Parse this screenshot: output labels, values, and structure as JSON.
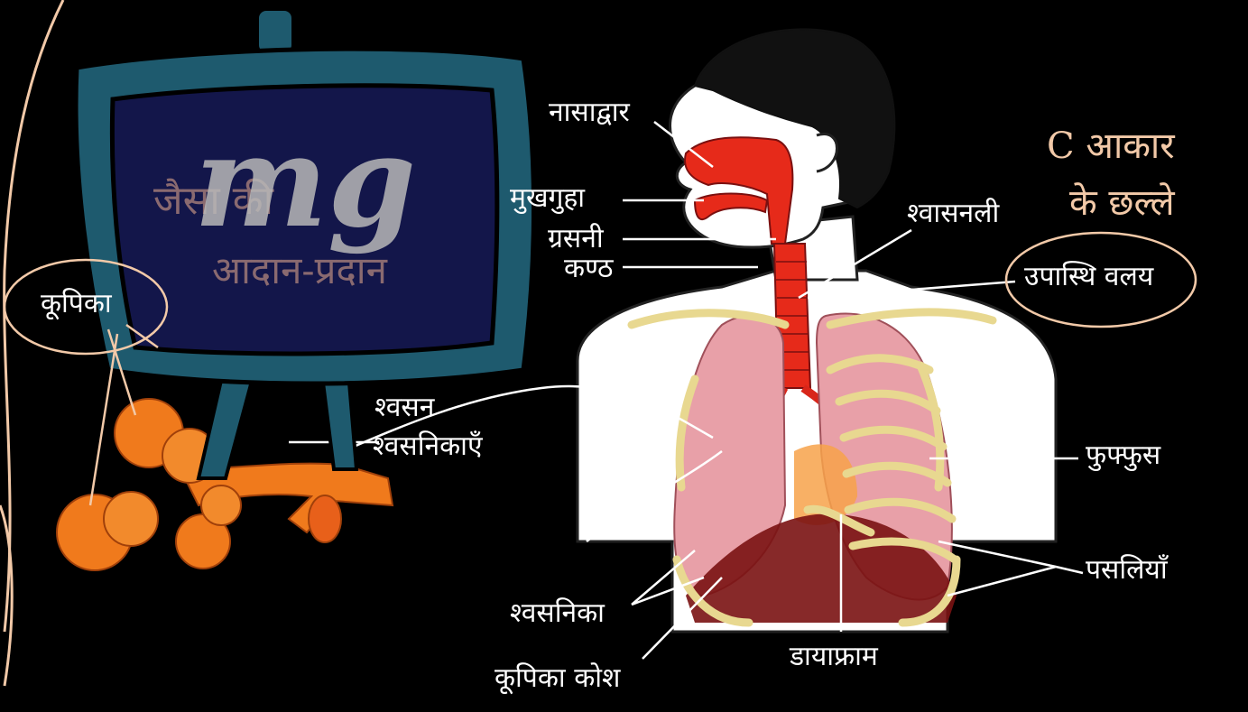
{
  "labels": {
    "nostril": "नासाद्वार",
    "mouth_cavity": "मुखगुहा",
    "pharynx": "ग्रसनी",
    "larynx": "कण्ठ",
    "trachea": "श्वासनली",
    "cartilage_rings": "उपास्थि वलय",
    "lungs": "फुफ्फुस",
    "ribs": "पसलियाँ",
    "diaphragm": "डायाफ्राम",
    "bronchioles_left": "श्वसनिका",
    "alveolar_sac": "कूपिका कोश",
    "alveolus": "कूपिका",
    "bronchus": "श्वसन",
    "bronchioles": "श्वसनिकाएँ"
  },
  "annotations": {
    "c_shape_line1": "C आकार",
    "c_shape_line2": "के छल्ले",
    "board_line1": "जैसा की",
    "board_line2": "आदान-प्रदान",
    "logo": "mg"
  },
  "colors": {
    "background": "#000000",
    "label_text": "#ffffff",
    "annotation": "#f2c9a8",
    "board_frame": "#1e5a6e",
    "board_fill": "#13164a",
    "airway_red": "#e62a1a",
    "lung_pink": "#e8a0a8",
    "rib_yellow": "#e8d890",
    "alveoli_orange": "#f07a1c"
  }
}
